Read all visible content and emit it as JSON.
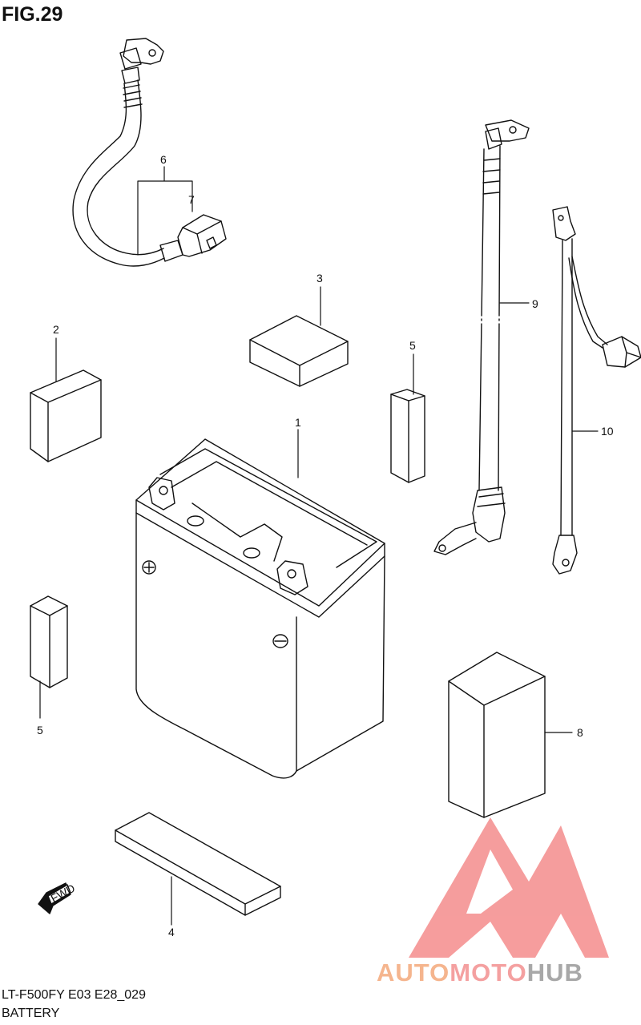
{
  "figure": {
    "title": "FIG.29",
    "model_code": "LT-F500FY E03 E28_029",
    "section_name": "BATTERY"
  },
  "callouts": [
    {
      "id": "c1",
      "label": "1"
    },
    {
      "id": "c2",
      "label": "2"
    },
    {
      "id": "c3",
      "label": "3"
    },
    {
      "id": "c4",
      "label": "4"
    },
    {
      "id": "c5a",
      "label": "5"
    },
    {
      "id": "c5b",
      "label": "5"
    },
    {
      "id": "c6",
      "label": "6"
    },
    {
      "id": "c7",
      "label": "7"
    },
    {
      "id": "c8",
      "label": "8"
    },
    {
      "id": "c9",
      "label": "9"
    },
    {
      "id": "c10",
      "label": "10"
    }
  ],
  "fwd_arrow": {
    "label": "FWD"
  },
  "watermark": {
    "part1": "AUTO",
    "part2": "MOTO",
    "part3": "HUB",
    "colors": {
      "auto": "#f5b58e",
      "moto": "#f4a0a0",
      "hub": "#a8a8a8",
      "logo": "#f48c8c"
    }
  }
}
